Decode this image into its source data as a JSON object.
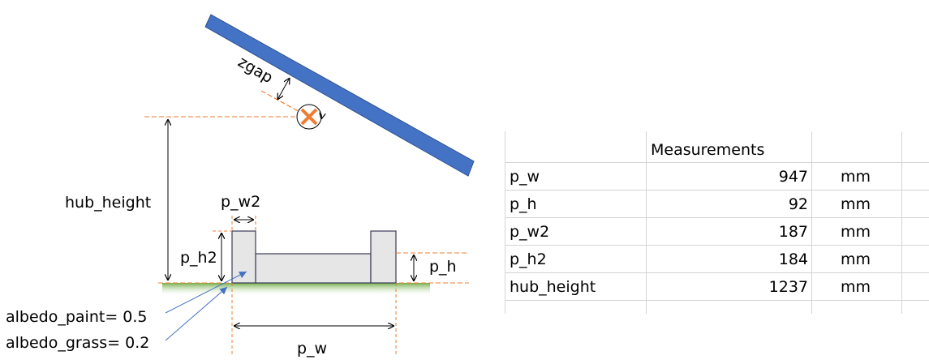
{
  "diagram": {
    "labels": {
      "zgap": "zgap",
      "hub_height": "hub_height",
      "p_w2": "p_w2",
      "p_h2": "p_h2",
      "p_h": "p_h",
      "p_w": "p_w",
      "albedo_paint": "albedo_paint= 0.5",
      "albedo_grass": "albedo_grass= 0.2"
    },
    "colors": {
      "panel": "#4472c4",
      "panel_edge": "#2f528f",
      "guide": "#ed7d31",
      "pier_fill": "#e7e6e6",
      "pier_edge": "#3b3b5a",
      "arrow": "#4472c4",
      "grass_top": "#70ad47",
      "pivot_cross": "#ed7d31"
    },
    "icons": {
      "pivot": "rotation-pivot-icon"
    }
  },
  "table": {
    "header": "Measurements",
    "rows": [
      {
        "name": "p_w",
        "value": "947",
        "unit": "mm"
      },
      {
        "name": "p_h",
        "value": "92",
        "unit": "mm"
      },
      {
        "name": "p_w2",
        "value": "187",
        "unit": "mm"
      },
      {
        "name": "p_h2",
        "value": "184",
        "unit": "mm"
      },
      {
        "name": "hub_height",
        "value": "1237",
        "unit": "mm"
      }
    ]
  }
}
